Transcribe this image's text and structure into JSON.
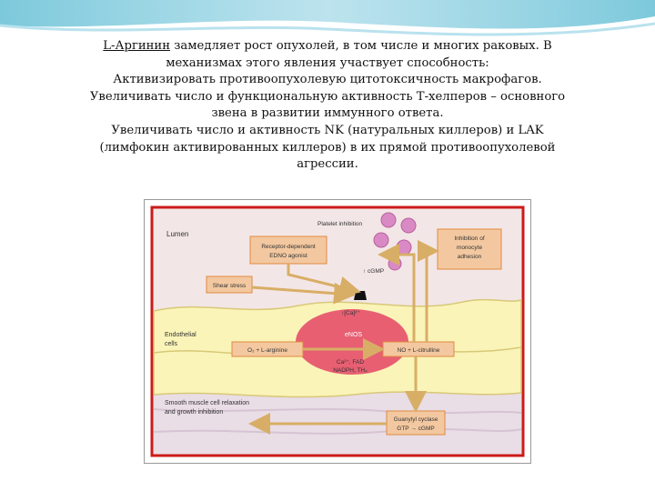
{
  "text": {
    "line1_prefix": "L-Аргинин",
    "line1_rest": " замедляет рост опухолей, в том числе и многих раковых. В",
    "line2": "механизмах этого явления участвует способность:",
    "line3": "Активизировать противоопухолевую цитотоксичность макрофагов.",
    "line4": "Увеличивать число и функциональную активность Т-хелперов – основного",
    "line5": "звена в развитии иммунного ответа.",
    "line6": "Увеличивать число и активность NK (натуральных киллеров) и LAK",
    "line7": "(лимфокин активированных киллеров) в их прямой противоопухолевой",
    "line8": "агрессии."
  },
  "diagram": {
    "lumen": "Lumen",
    "platelet_inhibition": "Platelet inhibition",
    "receptor_line1": "Receptor-dependent",
    "receptor_line2": "EDNO agonist",
    "inhibition_line1": "Inhibition of",
    "inhibition_line2": "monocyte",
    "inhibition_line3": "adhesion",
    "cgmp_up": "↑ cGMP",
    "shear_stress": "Shear stress",
    "ca_label": "↑[Ca]²⁺",
    "endothelial_line1": "Endothelial",
    "endothelial_line2": "cells",
    "o2_arginine": "O₂ + L-arginine",
    "enos": "eNOS",
    "cofactors_line1": "Ca²⁺, FAD",
    "cofactors_line2": "NADPH, TH₄",
    "no_citrulline": "NO + L-citrulline",
    "smooth_line1": "Smooth muscle cell relaxation",
    "smooth_line2": "and growth inhibition",
    "guanylyl_line1": "Guanylyl cyclase",
    "guanylyl_line2": "GTP → cGMP"
  },
  "colors": {
    "lumen_bg": "#f3e6e6",
    "endothelial": "#faf4b8",
    "endothelial_border": "#d8c878",
    "enos_cell": "#e85f72",
    "smooth_muscle": "#e9dde6",
    "box_fill": "#f3c8a0",
    "box_border": "#e08a40",
    "platelet": "#d98ac4",
    "arrow": "#d8ae66",
    "frame": "#cc1a1a"
  }
}
